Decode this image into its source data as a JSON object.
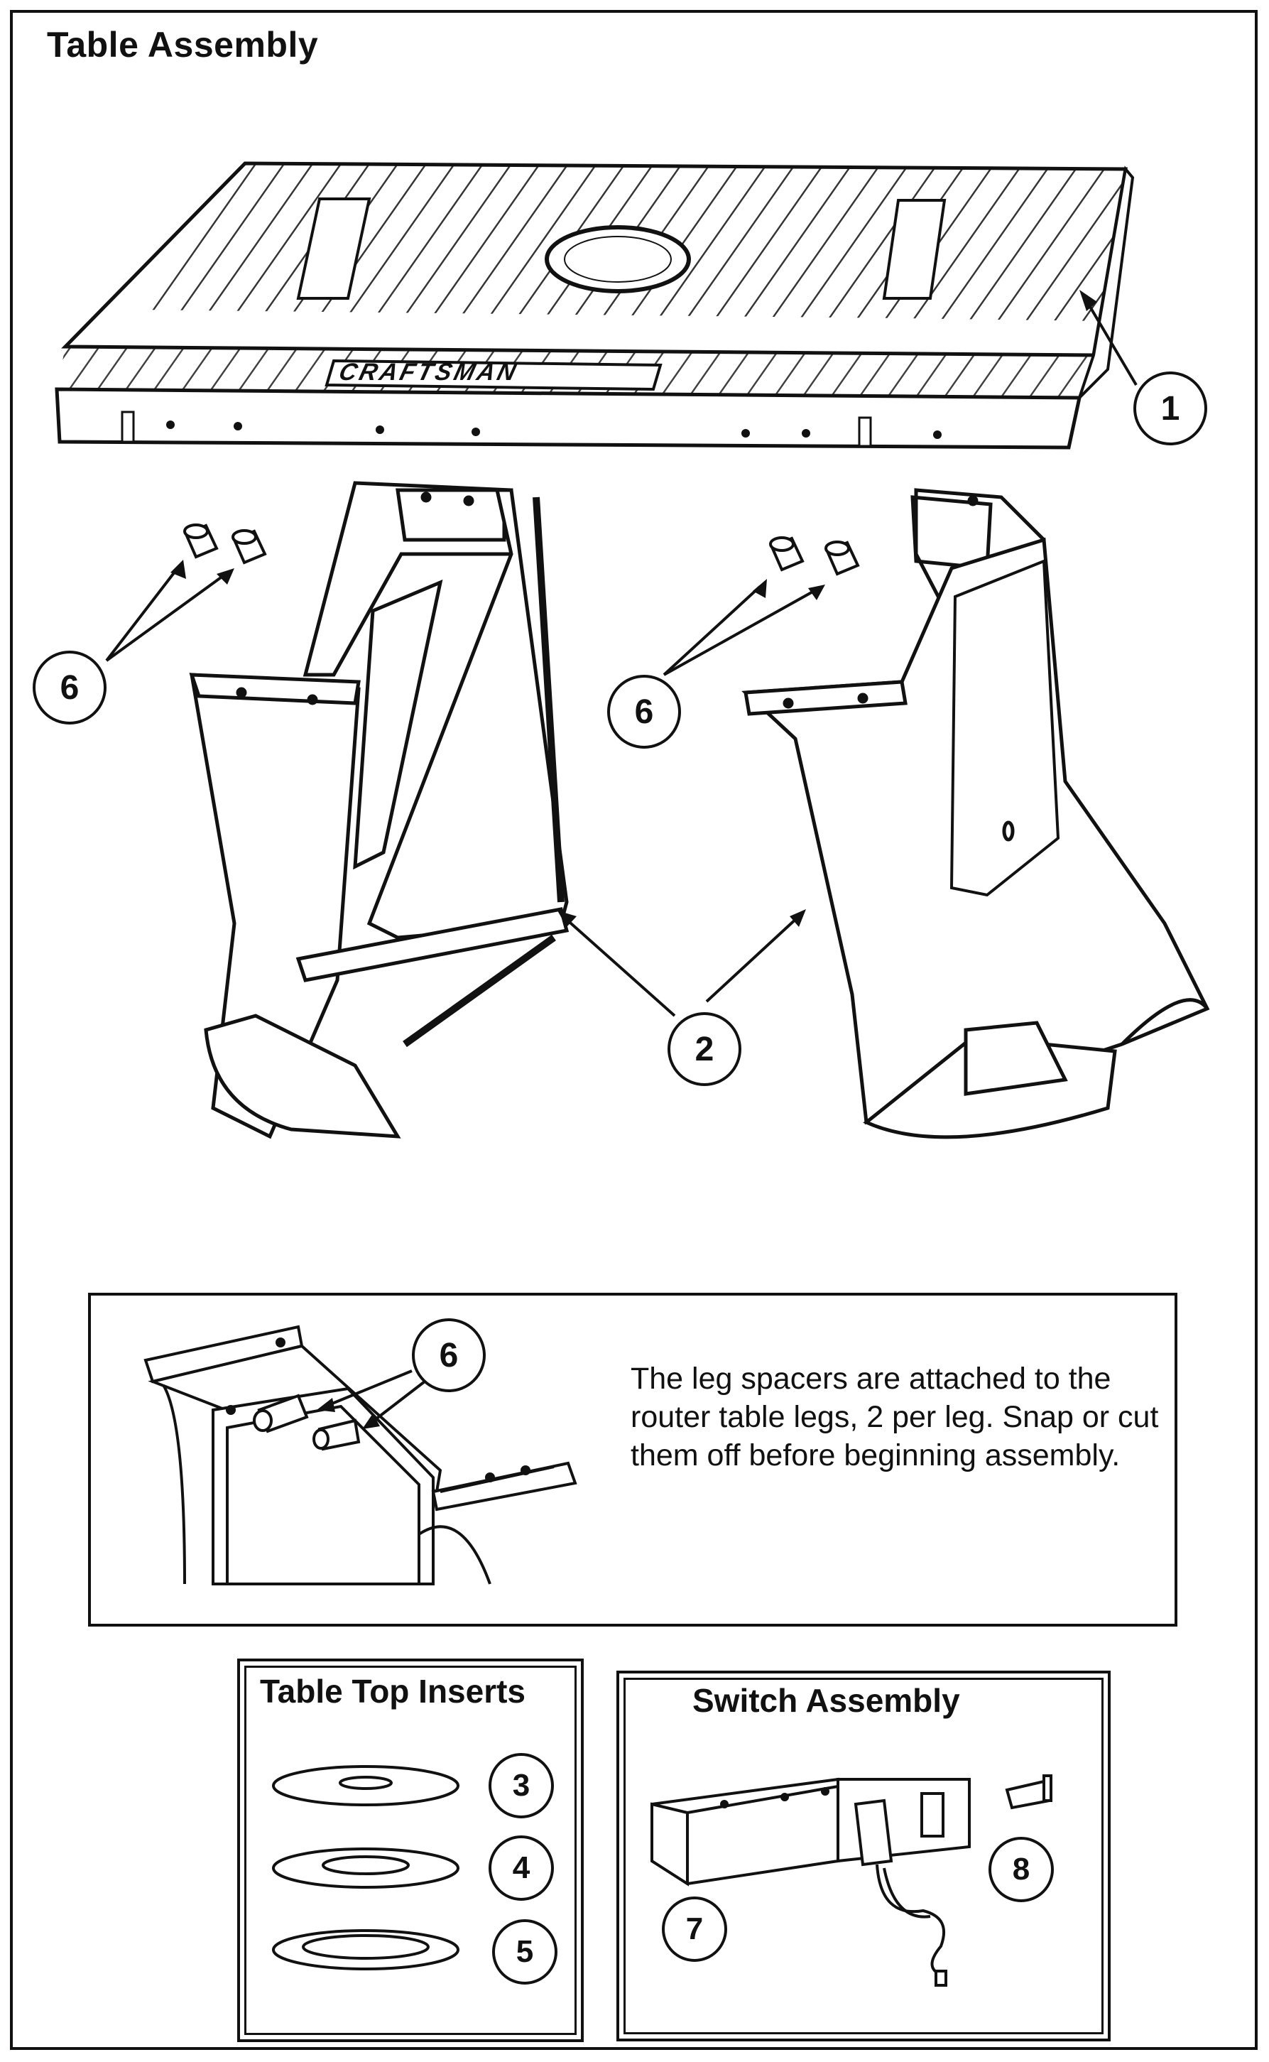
{
  "page": {
    "title": "Table Assembly",
    "brand": "CRAFTSMAN"
  },
  "callouts": {
    "table_top": "1",
    "legs": "2",
    "insert_small": "3",
    "insert_medium": "4",
    "insert_large": "5",
    "spacers_left": "6",
    "spacers_right": "6",
    "spacers_detail": "6",
    "switch_box": "7",
    "switch_key": "8"
  },
  "note": {
    "text": "The leg spacers are attached to the router table legs, 2 per leg. Snap or cut them off before beginning assembly."
  },
  "panels": {
    "inserts_title": "Table Top Inserts",
    "switch_title": "Switch Assembly"
  }
}
